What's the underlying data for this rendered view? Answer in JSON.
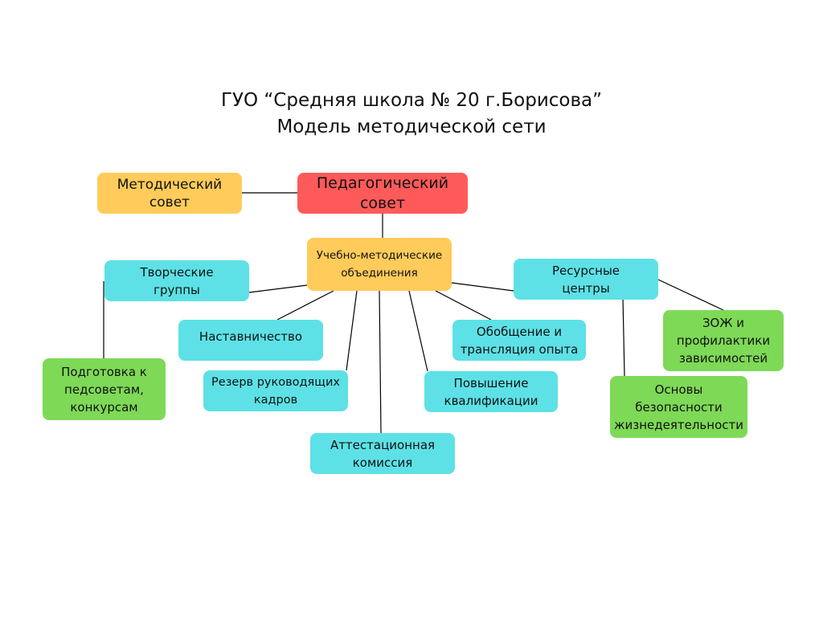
{
  "title": {
    "line1": "ГУО “Средняя школа № 20 г.Борисова”",
    "line2": "Модель методической сети"
  },
  "colors": {
    "yellow": "#ffcb5a",
    "red": "#ff5a5a",
    "cyan": "#5de1e6",
    "green": "#7ed957",
    "line": "#000000"
  },
  "nodes": {
    "metod_sovet": "Методический совет",
    "ped_sovet": "Педагогический совет",
    "umo": "Учебно-методические объединения",
    "tvorch": "Творческие группы",
    "nastav": "Наставничество",
    "rezerv": "Резерв руководящих кадров",
    "attest": "Аттестационная комиссия",
    "povysh": "Повышение квалификации",
    "obobsh": "Обобщение и трансляция опыта",
    "resurs": "Ресурсные центры",
    "zozh": "ЗОЖ и профилактики зависимостей",
    "osnovy": "Основы безопасности жизнедеятельности",
    "podgot": "Подготовка к педсоветам, конкурсам"
  }
}
